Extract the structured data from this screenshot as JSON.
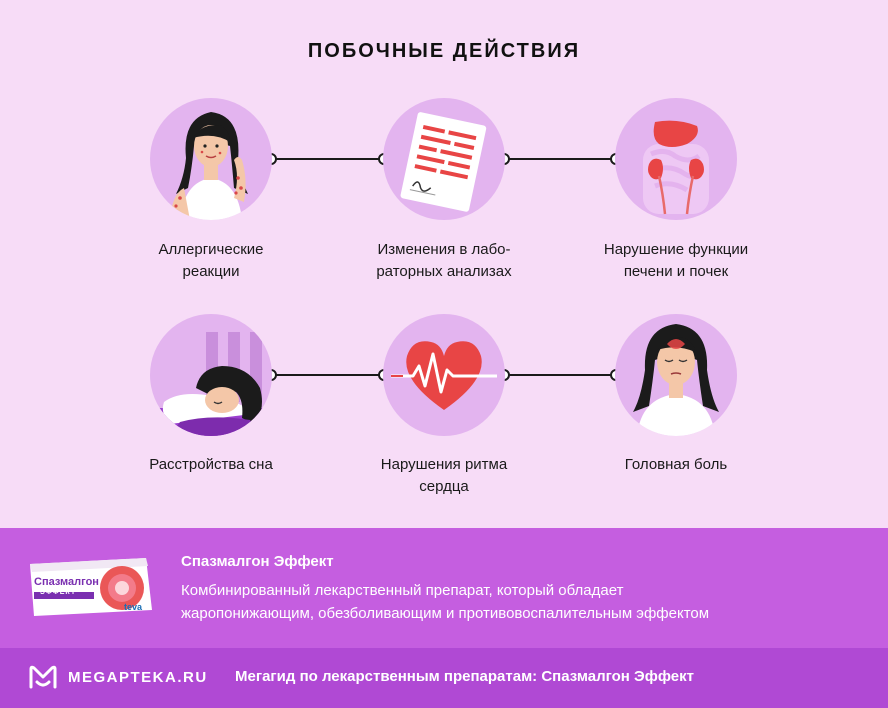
{
  "title": "ПОБОЧНЫЕ ДЕЙСТВИЯ",
  "effects": [
    {
      "line1": "Аллергические",
      "line2": "реакции",
      "icon": "allergy-woman-icon"
    },
    {
      "line1": "Изменения в лабо-",
      "line2": "раторных анализах",
      "icon": "lab-report-icon"
    },
    {
      "line1": "Нарушение функции",
      "line2": "печени и почек",
      "icon": "liver-kidney-icon"
    },
    {
      "line1": "Расстройства сна",
      "line2": "",
      "icon": "sleeping-woman-icon"
    },
    {
      "line1": "Нарушения ритма",
      "line2": "сердца",
      "icon": "heart-rhythm-icon"
    },
    {
      "line1": "Головная боль",
      "line2": "",
      "icon": "headache-woman-icon"
    }
  ],
  "product": {
    "name": "Спазмалгон Эффект",
    "description_line1": "Комбинированный лекарственный препарат, который обладает",
    "description_line2": "жаропонижающим, обезболивающим и противовоспалительным эффектом",
    "pack_brand": "Спазмалгон",
    "pack_sub": "ЭФФЕКТ",
    "pack_maker": "teva"
  },
  "footer": {
    "logo_text": "MEGAPTEKA.RU",
    "text": "Мегагид по лекарственным препаратам: Спазмалгон Эффект"
  },
  "colors": {
    "background": "#f7dcf7",
    "circle": "#e3b4ef",
    "product_band": "#c55ee0",
    "footer_band": "#b049d4",
    "accent_red": "#e84545"
  }
}
